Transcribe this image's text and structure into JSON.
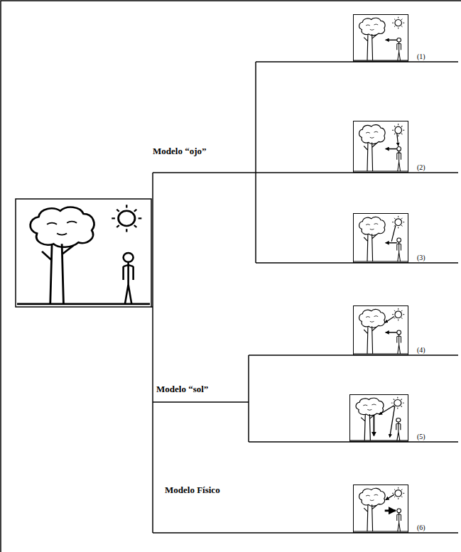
{
  "diagram": {
    "nodes": [
      {
        "text": [
          "(1)"
        ]
      },
      {
        "text": [
          "(2)"
        ]
      },
      {
        "text": [
          "(3)"
        ]
      },
      {
        "text": [
          "(4)"
        ]
      },
      {
        "text": [
          "(5)"
        ]
      },
      {
        "text": [
          "(6)"
        ]
      }
    ],
    "labels": [
      "Modelo “ojo”",
      "Modelo “sol”",
      "Modelo Físico"
    ]
  }
}
